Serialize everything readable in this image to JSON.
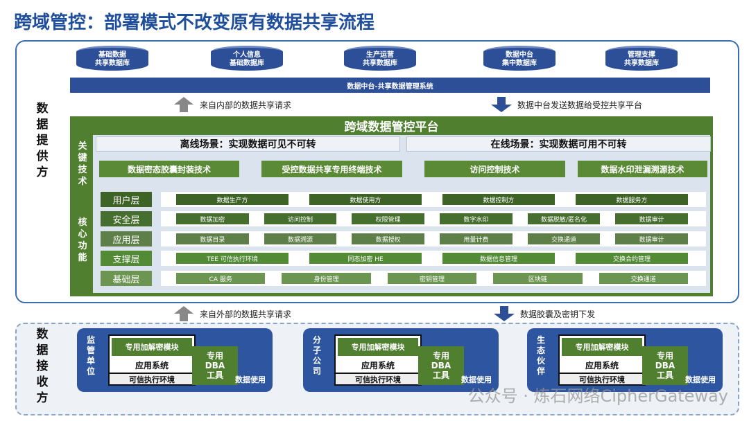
{
  "title": "跨域管控：部署模式不改变原有数据共享流程",
  "provider_label": "数据提供方",
  "receiver_label": "数据接收方",
  "databases": [
    [
      "基础数据",
      "共享数据库"
    ],
    [
      "个人信息",
      "基础数据库"
    ],
    [
      "生产运营",
      "共享数据库"
    ],
    [
      "数据中台",
      "集中数据库"
    ],
    [
      "管理支撑",
      "共享数据库"
    ]
  ],
  "mgmt_system": "数据中台-共享数据管理系统",
  "arrow_internal": "来自内部的数据共享请求",
  "arrow_send": "数据中台发送数据给受控共享平台",
  "platform_title": "跨域数据管控平台",
  "key_tech_label": "关键技术",
  "core_label": "核心功能",
  "offline": "离线场景：实现数据可见不可转",
  "online": "在线场景：实现数据可用不可转",
  "techs": [
    "数据密态胶囊封装技术",
    "受控数据共享专用终端技术",
    "访问控制技术",
    "数据水印泄漏溯源技术"
  ],
  "layers": [
    {
      "name": "用户层",
      "color": "#3d6327",
      "items": [
        "数据生产方",
        "数据使用方",
        "数据控制方",
        "数据服务方"
      ]
    },
    {
      "name": "安全层",
      "color": "#466e2e",
      "items": [
        "数据加密",
        "访问控制",
        "权限管理",
        "数字水印",
        "数据脱敏/匿名化",
        "数据审计"
      ]
    },
    {
      "name": "应用层",
      "color": "#5e7f47",
      "items": [
        "数据目录",
        "数据溯源",
        "数据授权",
        "用量计费",
        "交换通道",
        "数据审计"
      ]
    },
    {
      "name": "支撑层",
      "color": "#528a36",
      "items": [
        "TEE 可信执行环境",
        "同态加密 HE",
        "数据信息管理",
        "交换合约管理"
      ]
    },
    {
      "name": "基础层",
      "color": "#6b9550",
      "items": [
        "CA 服务",
        "身份管理",
        "密钥管理",
        "区块链",
        "交换通道"
      ]
    }
  ],
  "arrow_external": "来自外部的数据共享请求",
  "arrow_capsule": "数据胶囊及密钥下发",
  "cards": [
    {
      "side": "监管单位"
    },
    {
      "side": "分子公司"
    },
    {
      "side": "生态伙伴"
    }
  ],
  "card_common": {
    "module": "专用加解密模块",
    "app": "应用系统",
    "tee": "可信执行环境",
    "dba1": "专用",
    "dba2": "DBA",
    "dba3": "工具",
    "use": "数据使用"
  },
  "watermark": "公众号 · 炼石网络CipherGateway"
}
